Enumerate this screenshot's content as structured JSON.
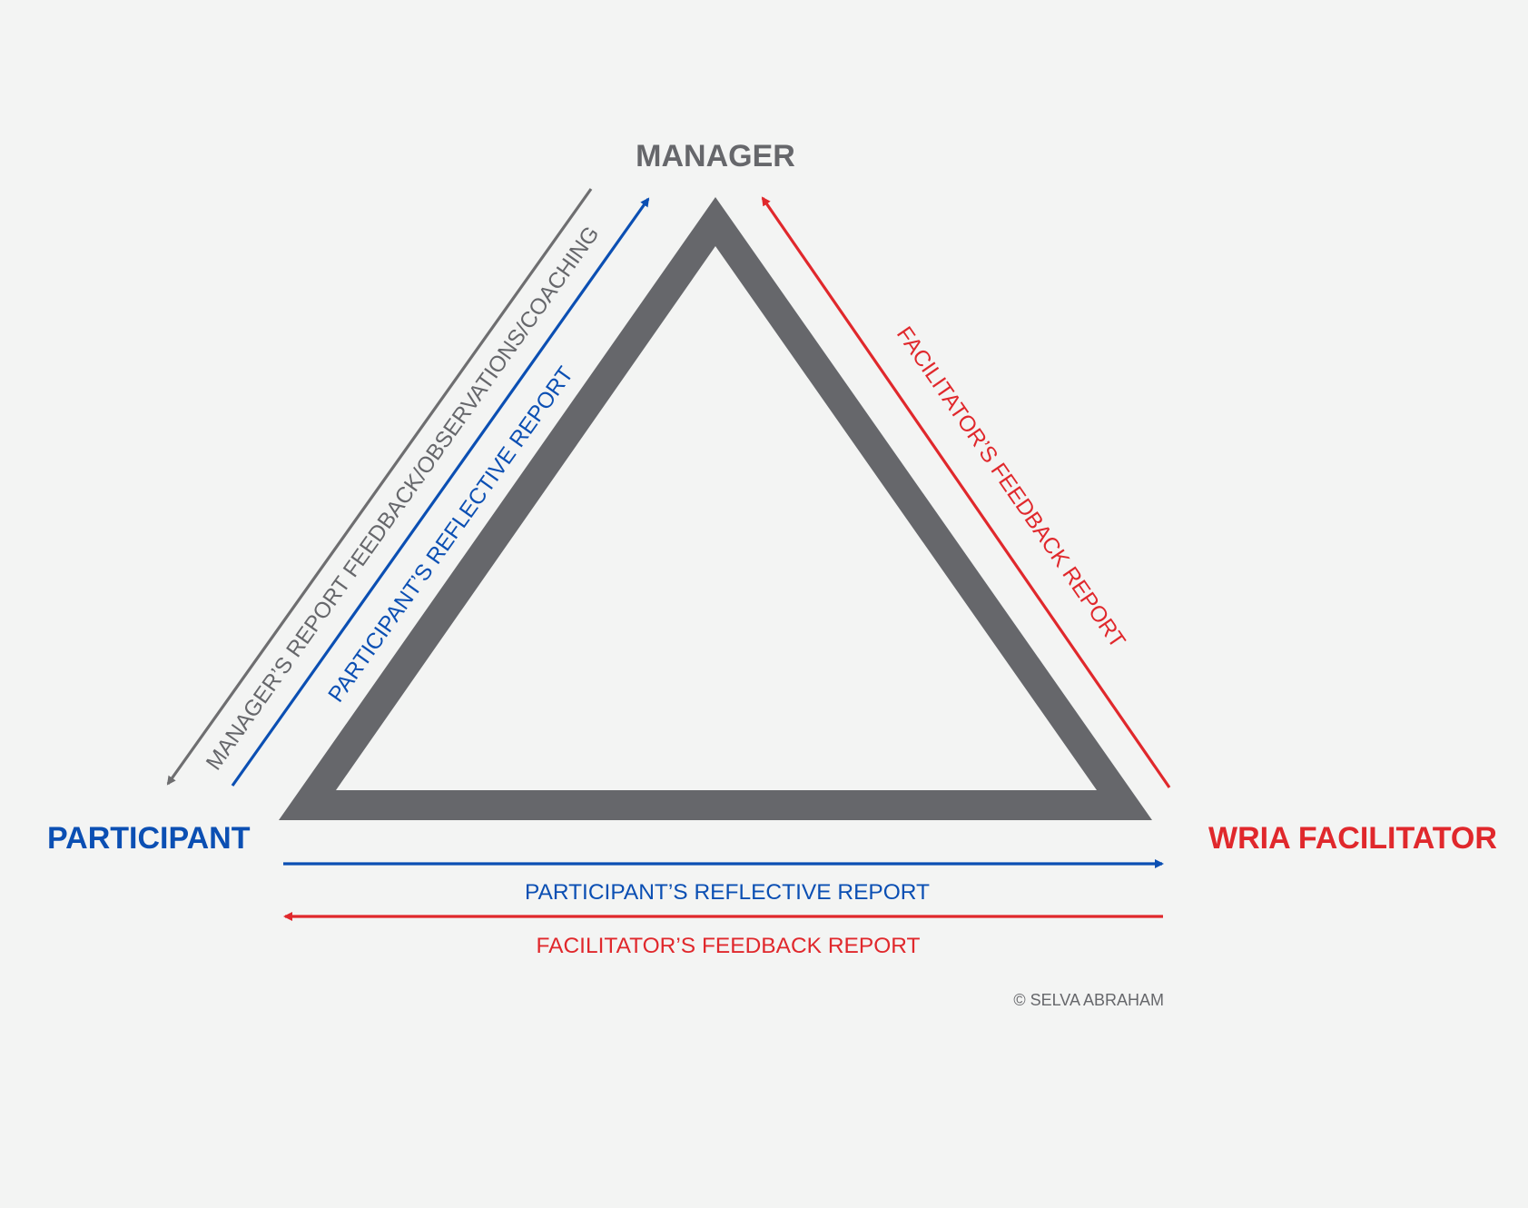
{
  "colors": {
    "background": "#f3f4f3",
    "triangle": "#66676b",
    "participant_blue": "#0b4fb3",
    "facilitator_red": "#e0282c",
    "manager_gray": "#66676b",
    "arrow_gray": "#6e6e70"
  },
  "nodes": {
    "manager": "MANAGER",
    "participant": "PARTICIPANT",
    "facilitator": "WRIA FACILITATOR"
  },
  "flows": {
    "manager_to_participant": "MANAGER’S REPORT FEEDBACK/OBSERVATIONS/COACHING",
    "participant_to_manager": "PARTICIPANT’S REFLECTIVE REPORT",
    "facilitator_to_manager": "FACILITATOR’S FEEDBACK REPORT",
    "participant_to_facilitator": "PARTICIPANT’S REFLECTIVE REPORT",
    "facilitator_to_participant": "FACILITATOR’S FEEDBACK REPORT"
  },
  "copyright": "© SELVA ABRAHAM"
}
